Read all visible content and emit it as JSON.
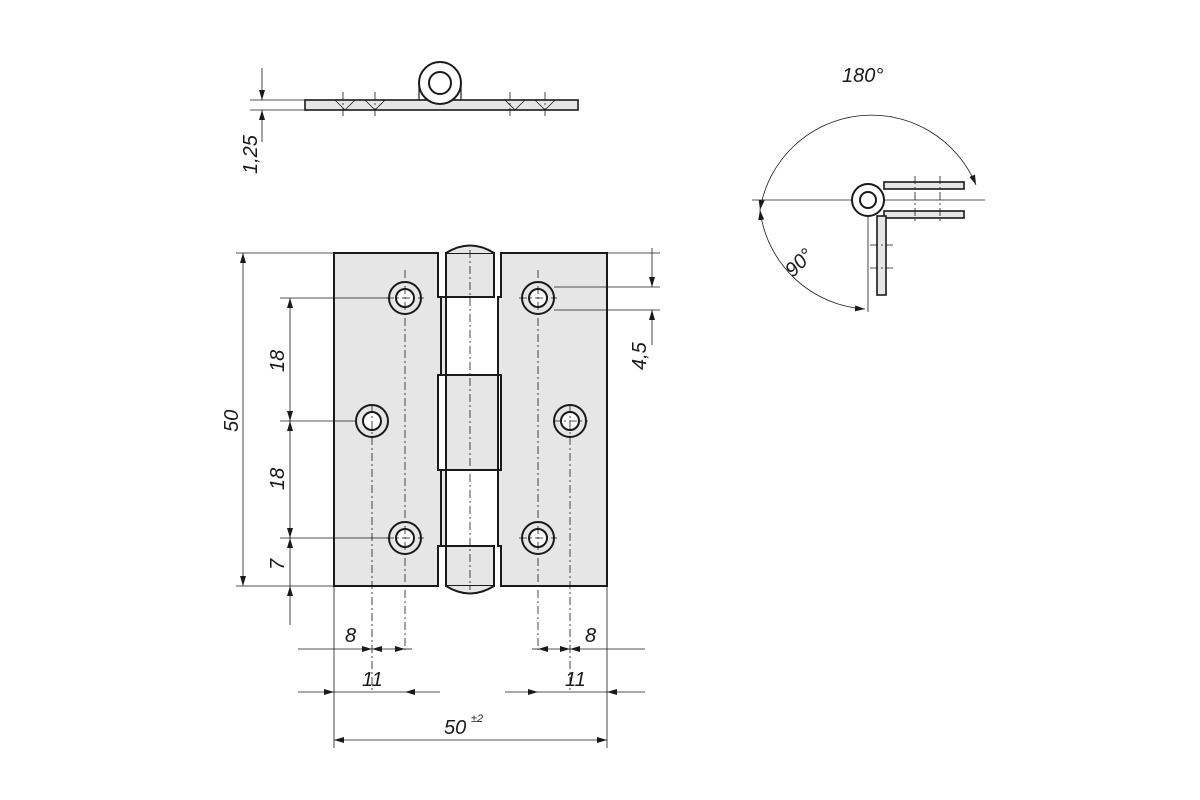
{
  "dimensions": {
    "total_height": "50",
    "hole_spacing_1": "18",
    "hole_spacing_2": "18",
    "bottom_offset": "7",
    "thickness": "1,25",
    "top_offset": "4,5",
    "left_inner": "8",
    "left_outer": "11",
    "right_inner": "8",
    "right_outer": "11",
    "total_width": "50",
    "width_tolerance": "±2",
    "angle_open": "180°",
    "angle_right": "90°"
  }
}
